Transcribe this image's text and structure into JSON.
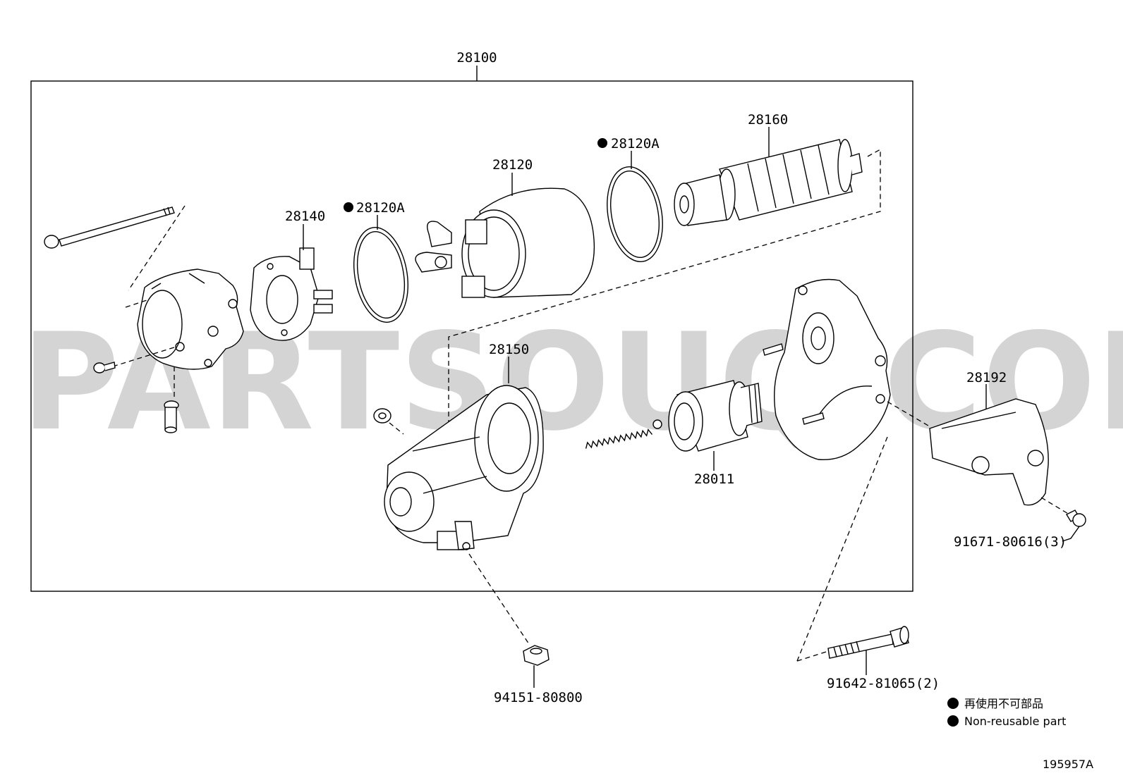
{
  "watermark": "PARTSOUQ.COM",
  "assembly": {
    "label": "28100"
  },
  "parts": {
    "starter_bolt": {
      "label": ""
    },
    "brush_holder": {
      "label": "28140"
    },
    "oring_left": {
      "label": "28120A",
      "non_reusable": true
    },
    "yoke": {
      "label": "28120"
    },
    "oring_right": {
      "label": "28120A",
      "non_reusable": true
    },
    "armature": {
      "label": "28160"
    },
    "magnetic_switch": {
      "label": "28150"
    },
    "clutch": {
      "label": "28011"
    },
    "cover": {
      "label": "28192"
    },
    "screw_cover": {
      "label": "91671-80616(3)"
    },
    "bolt_mount": {
      "label": "91642-81065(2)"
    },
    "nut_terminal": {
      "label": "94151-80800"
    }
  },
  "legend": [
    {
      "symbol": "filled-circle",
      "text": "再使用不可部品"
    },
    {
      "symbol": "filled-circle",
      "text": "Non-reusable part"
    }
  ],
  "diagram_id": "195957A"
}
